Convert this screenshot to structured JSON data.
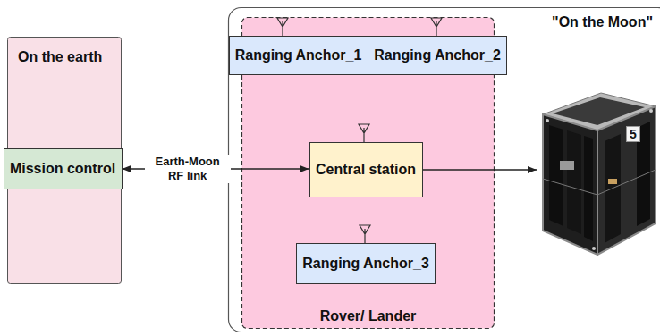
{
  "diagram": {
    "nodes": [
      {
        "text": [
          "On the earth"
        ]
      },
      {
        "text": [
          "Mission control"
        ],
        "in": 0
      },
      {
        "text": [
          "\"On the Moon\""
        ]
      },
      {
        "text": [
          "Rover/ Lander"
        ],
        "in": 2
      },
      {
        "text": [
          "Ranging Anchor_1"
        ],
        "in": 3
      },
      {
        "text": [
          "Ranging Anchor_2"
        ],
        "in": 3
      },
      {
        "text": [
          "Central station"
        ],
        "in": 3
      },
      {
        "text": [
          "Ranging Anchor_3"
        ],
        "in": 3
      }
    ],
    "edges": [
      {
        "from": 1,
        "to": 6,
        "label": "Earth-Moon RF link",
        "arrow": "both"
      }
    ],
    "labels": [
      "5"
    ]
  }
}
